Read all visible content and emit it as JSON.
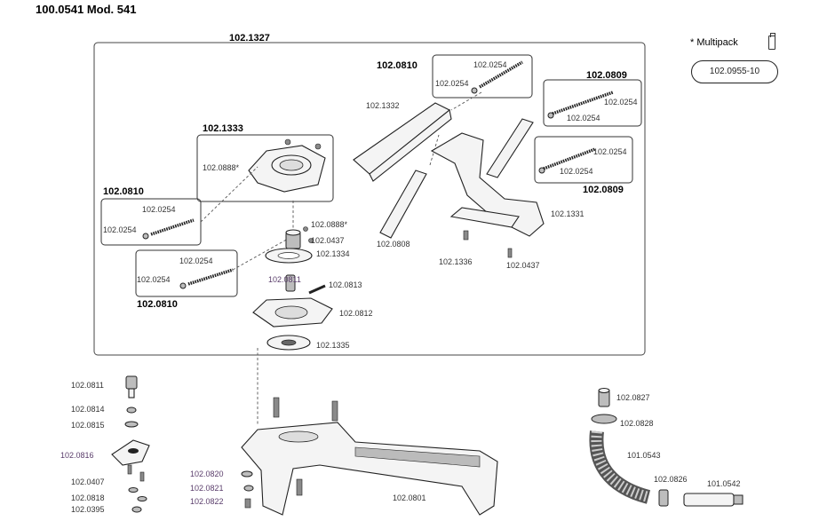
{
  "title": "100.0541 Mod. 541",
  "multipack": {
    "label": "* Multipack",
    "part": "102.0955-10",
    "icon": "multipack-pack-icon"
  },
  "labels": {
    "assembly": "102.1327",
    "grp_top": "102.0810",
    "grp_top_a": "102.0254",
    "grp_top_b": "102.0254",
    "grp_r1": "102.0809",
    "grp_r1_a": "102.0254",
    "grp_r1_b": "102.0254",
    "grp_r2": "102.0809",
    "grp_r2_a": "102.0254",
    "grp_r2_b": "102.0254",
    "grp_l1": "102.0810",
    "grp_l1_a": "102.0254",
    "grp_l1_b": "102.0254",
    "grp_l2": "102.0810",
    "grp_l2_a": "102.0254",
    "grp_l2_b": "102.0254",
    "box_1333": "102.1333",
    "p_0888a": "102.0888*",
    "p_1332": "102.1332",
    "p_0888b": "102.0888*",
    "p_0437a": "102.0437",
    "p_1334": "102.1334",
    "p_0811a": "102.0811",
    "p_0813": "102.0813",
    "p_0812": "102.0812",
    "p_1335a": "102.1335",
    "p_0808": "102.0808",
    "p_1336": "102.1336",
    "p_0437b": "102.0437",
    "p_1331": "102.1331",
    "p_0811b": "102.0811",
    "p_0814": "102.0814",
    "p_0815": "102.0815",
    "p_0816": "102.0816",
    "p_0407": "102.0407",
    "p_0818": "102.0818",
    "p_0395": "102.0395",
    "p_0820": "102.0820",
    "p_0821": "102.0821",
    "p_0822": "102.0822",
    "p_0801": "102.0801",
    "p_0827": "102.0827",
    "p_0828": "102.0828",
    "p_0543": "101.0543",
    "p_0826": "102.0826",
    "p_0542": "101.0542"
  }
}
